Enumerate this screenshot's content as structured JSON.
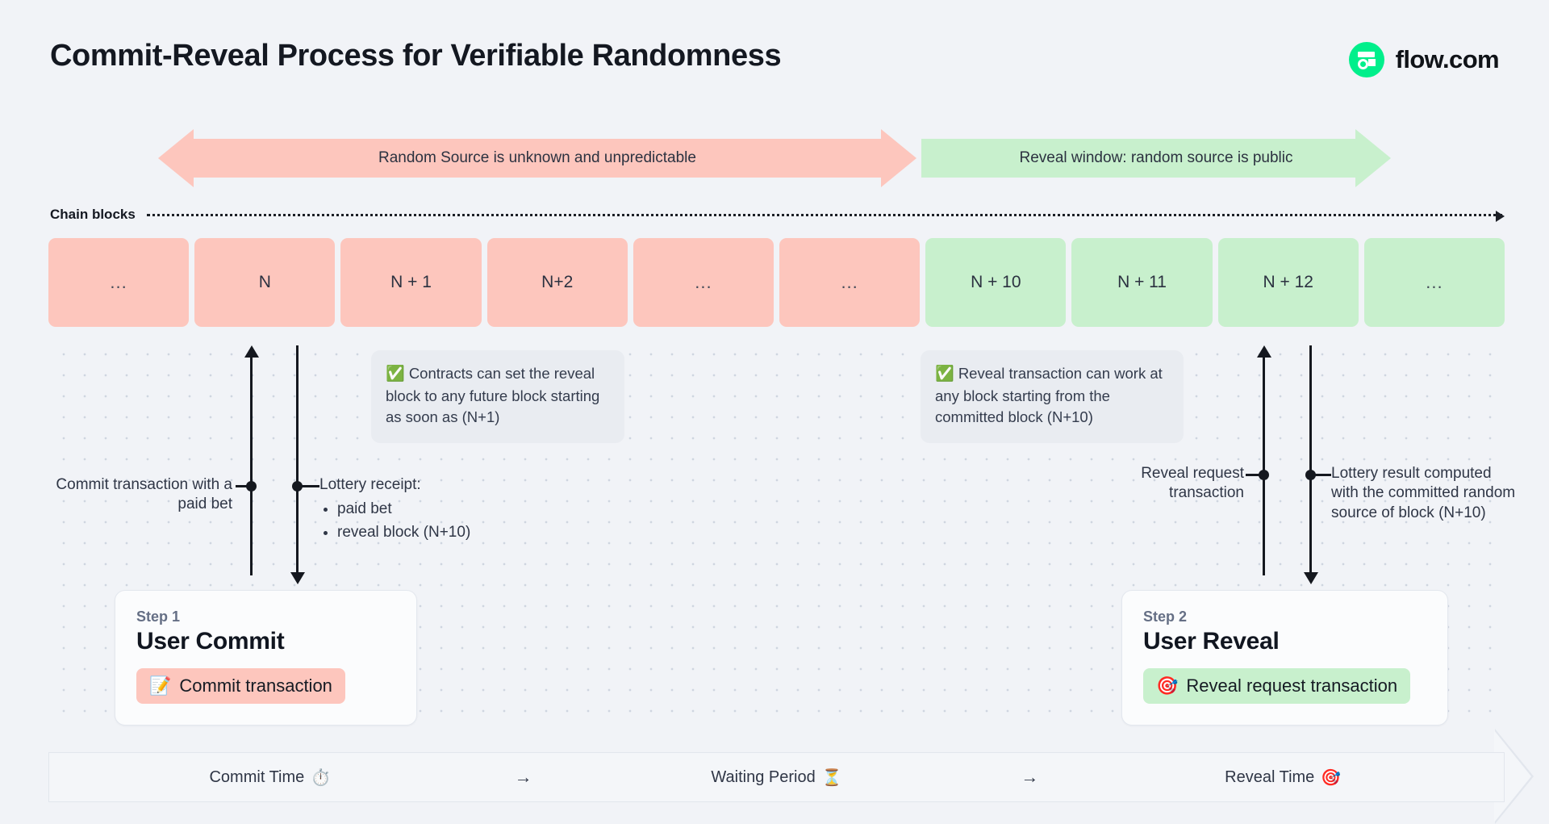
{
  "header": {
    "title": "Commit-Reveal Process for Verifiable Randomness",
    "brand_name": "flow.com",
    "brand_color": "#00ef8b"
  },
  "banners": {
    "unknown": "Random Source is unknown and unpredictable",
    "reveal": "Reveal window: random source is public",
    "unknown_color": "#fdc6bd",
    "reveal_color": "#c8f0cd"
  },
  "chain": {
    "label": "Chain blocks",
    "blocks": [
      {
        "label": "...",
        "state": "pink"
      },
      {
        "label": "N",
        "state": "pink"
      },
      {
        "label": "N + 1",
        "state": "pink"
      },
      {
        "label": "N+2",
        "state": "pink"
      },
      {
        "label": "...",
        "state": "pink"
      },
      {
        "label": "...",
        "state": "pink"
      },
      {
        "label": "N + 10",
        "state": "green"
      },
      {
        "label": "N + 11",
        "state": "green"
      },
      {
        "label": "N + 12",
        "state": "green"
      },
      {
        "label": "...",
        "state": "green"
      }
    ]
  },
  "callouts": {
    "contracts": {
      "icon": "white-check-mark",
      "text": "Contracts can set the reveal block to any future block starting as soon as (N+1)"
    },
    "reveal": {
      "icon": "white-check-mark",
      "text": "Reveal transaction can work at any block starting from the committed block (N+10)"
    }
  },
  "annotations": {
    "commit_tx": "Commit transaction with a paid bet",
    "lottery_receipt_title": "Lottery receipt:",
    "lottery_receipt_items": [
      "paid bet",
      "reveal block (N+10)"
    ],
    "reveal_request": "Reveal request transaction",
    "lottery_result": "Lottery result computed with the committed random source of block (N+10)"
  },
  "steps": [
    {
      "kicker": "Step 1",
      "title": "User Commit",
      "pill_icon": "memo",
      "pill_label": "Commit transaction",
      "pill_color": "#fdc6bd"
    },
    {
      "kicker": "Step 2",
      "title": "User Reveal",
      "pill_icon": "direct-hit",
      "pill_label": "Reveal request transaction",
      "pill_color": "#c8f0cd"
    }
  ],
  "timeline": {
    "phases": [
      {
        "label": "Commit Time",
        "icon": "⏱️"
      },
      {
        "label": "Waiting Period",
        "icon": "⏳"
      },
      {
        "label": "Reveal Time",
        "icon": "🎯"
      }
    ],
    "separator": "→"
  }
}
